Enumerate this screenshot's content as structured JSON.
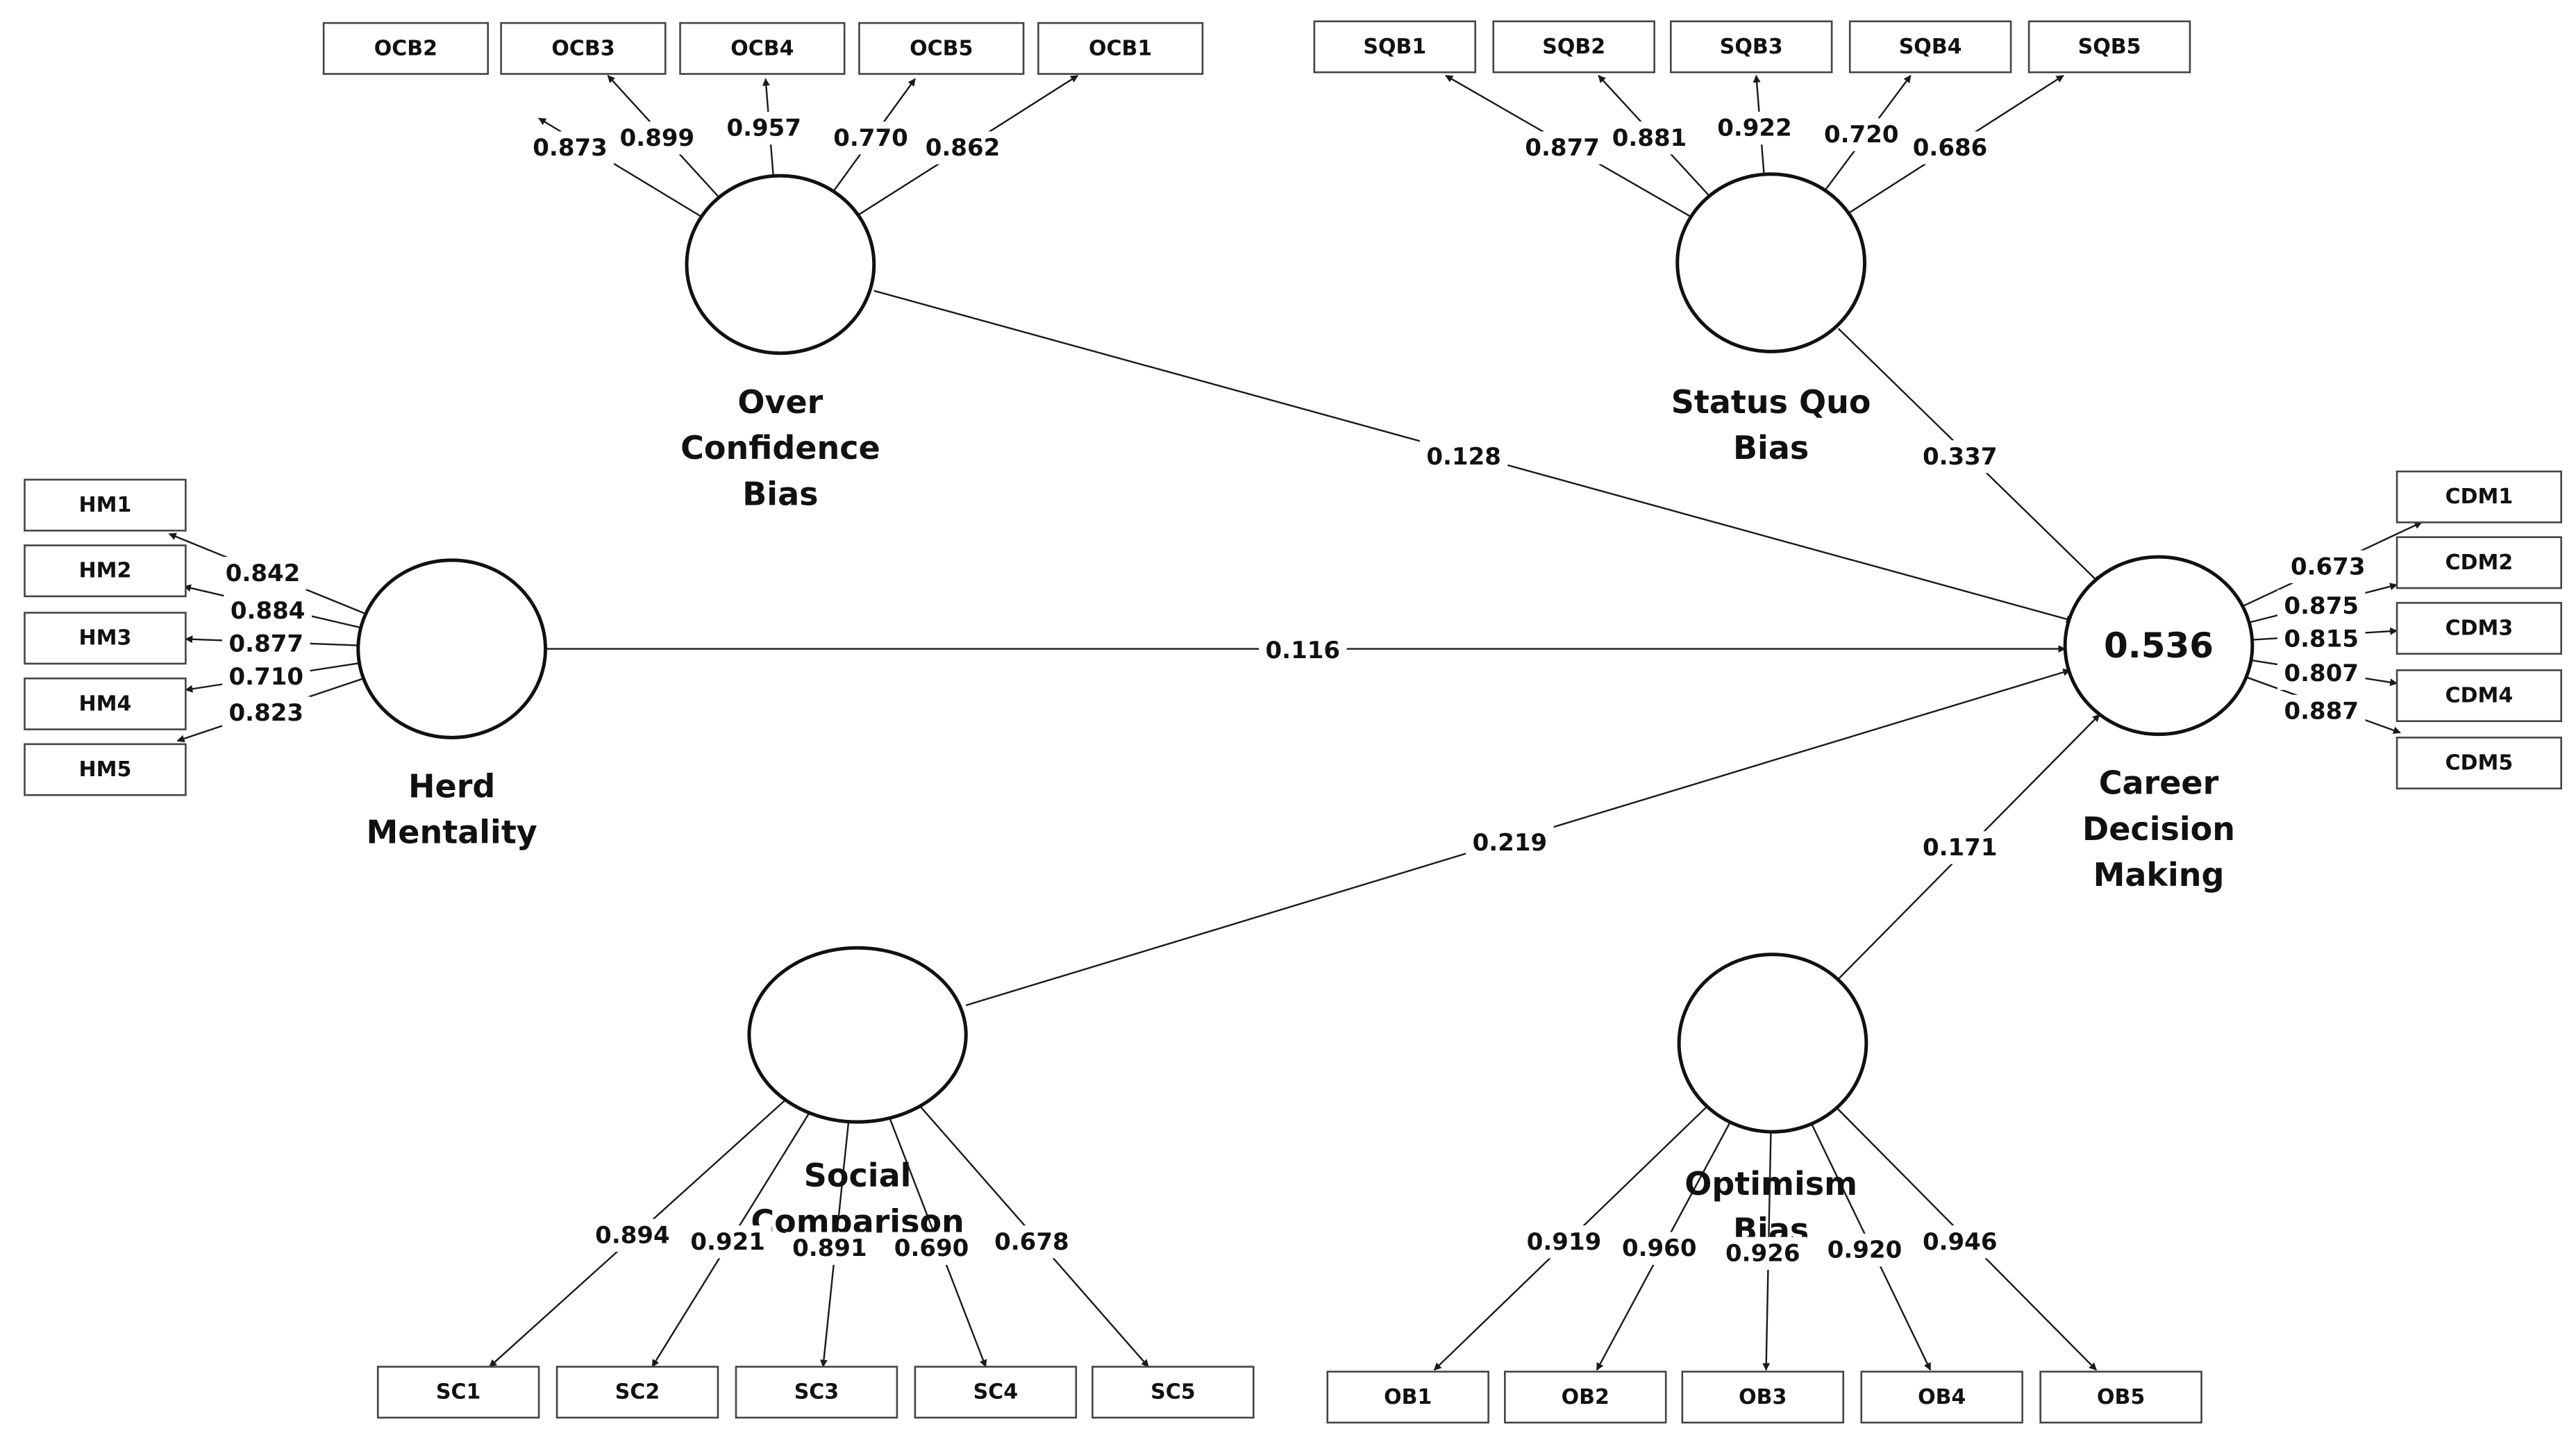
{
  "constructs": [
    {
      "id": "OCB",
      "lines": [
        "Over",
        "Confidence",
        "Bias"
      ],
      "r2": ""
    },
    {
      "id": "SQB",
      "lines": [
        "Status Quo",
        "Bias"
      ],
      "r2": ""
    },
    {
      "id": "HM",
      "lines": [
        "Herd",
        "Mentality"
      ],
      "r2": ""
    },
    {
      "id": "CDM",
      "lines": [
        "Career",
        "Decision",
        "Making"
      ],
      "r2": "0.536"
    },
    {
      "id": "SC",
      "lines": [
        "Social",
        "Comparison"
      ],
      "r2": ""
    },
    {
      "id": "OB",
      "lines": [
        "Optimism",
        "Bias"
      ],
      "r2": ""
    }
  ],
  "indicators": {
    "OCB": [
      {
        "name": "OCB2",
        "loading": "0.873"
      },
      {
        "name": "OCB3",
        "loading": "0.899"
      },
      {
        "name": "OCB4",
        "loading": "0.957"
      },
      {
        "name": "OCB5",
        "loading": "0.770"
      },
      {
        "name": "OCB1",
        "loading": "0.862"
      }
    ],
    "SQB": [
      {
        "name": "SQB1",
        "loading": "0.877"
      },
      {
        "name": "SQB2",
        "loading": "0.881"
      },
      {
        "name": "SQB3",
        "loading": "0.922"
      },
      {
        "name": "SQB4",
        "loading": "0.720"
      },
      {
        "name": "SQB5",
        "loading": "0.686"
      }
    ],
    "HM": [
      {
        "name": "HM1",
        "loading": "0.842"
      },
      {
        "name": "HM2",
        "loading": "0.884"
      },
      {
        "name": "HM3",
        "loading": "0.877"
      },
      {
        "name": "HM4",
        "loading": "0.710"
      },
      {
        "name": "HM5",
        "loading": "0.823"
      }
    ],
    "CDM": [
      {
        "name": "CDM1",
        "loading": "0.673"
      },
      {
        "name": "CDM2",
        "loading": "0.875"
      },
      {
        "name": "CDM3",
        "loading": "0.815"
      },
      {
        "name": "CDM4",
        "loading": "0.807"
      },
      {
        "name": "CDM5",
        "loading": "0.887"
      }
    ],
    "SC": [
      {
        "name": "SC1",
        "loading": "0.894"
      },
      {
        "name": "SC2",
        "loading": "0.921"
      },
      {
        "name": "SC3",
        "loading": "0.891"
      },
      {
        "name": "SC4",
        "loading": "0.690"
      },
      {
        "name": "SC5",
        "loading": "0.678"
      }
    ],
    "OB": [
      {
        "name": "OB1",
        "loading": "0.919"
      },
      {
        "name": "OB2",
        "loading": "0.960"
      },
      {
        "name": "OB3",
        "loading": "0.926"
      },
      {
        "name": "OB4",
        "loading": "0.920"
      },
      {
        "name": "OB5",
        "loading": "0.946"
      }
    ]
  },
  "paths": [
    {
      "from": "OCB",
      "to": "CDM",
      "coefficient": "0.128"
    },
    {
      "from": "SQB",
      "to": "CDM",
      "coefficient": "0.337"
    },
    {
      "from": "HM",
      "to": "CDM",
      "coefficient": "0.116"
    },
    {
      "from": "SC",
      "to": "CDM",
      "coefficient": "0.219"
    },
    {
      "from": "OB",
      "to": "CDM",
      "coefficient": "0.171"
    }
  ]
}
